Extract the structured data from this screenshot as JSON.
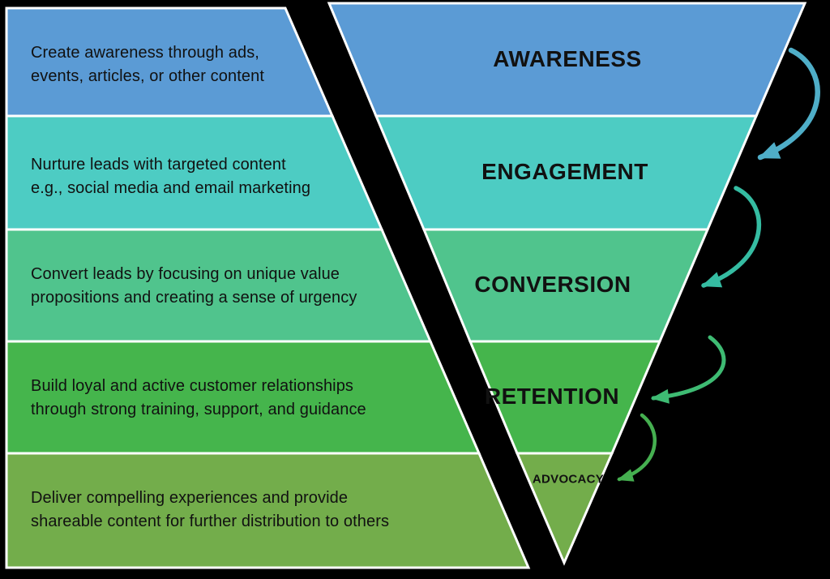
{
  "colors": {
    "background": "#000000",
    "outline": "#ffffff",
    "text": "#111111"
  },
  "funnel": {
    "stages": [
      {
        "name": "AWARENESS",
        "color": "#5B9BD5",
        "description_lines": [
          "Create awareness through ads,",
          "events, articles, or other content"
        ]
      },
      {
        "name": "ENGAGEMENT",
        "color": "#4DCCC3",
        "description_lines": [
          "Nurture leads with targeted content",
          "e.g., social media and email marketing"
        ]
      },
      {
        "name": "CONVERSION",
        "color": "#50C48D",
        "description_lines": [
          "Convert leads by focusing on unique value",
          "propositions and creating a sense of urgency"
        ]
      },
      {
        "name": "RETENTION",
        "color": "#45B54C",
        "description_lines": [
          "Build loyal and active customer relationships",
          "through strong training, support, and  guidance"
        ]
      },
      {
        "name": "ADVOCACY",
        "color": "#73AD4B",
        "description_lines": [
          "Deliver compelling experiences and provide",
          "shareable content for further distribution to others"
        ]
      }
    ],
    "arrows": [
      {
        "name": "awareness-to-engagement",
        "color": "#4FAEC8"
      },
      {
        "name": "engagement-to-conversion",
        "color": "#35BCA2"
      },
      {
        "name": "conversion-to-retention",
        "color": "#3EBB73"
      },
      {
        "name": "retention-to-advocacy",
        "color": "#45AF50"
      }
    ]
  }
}
